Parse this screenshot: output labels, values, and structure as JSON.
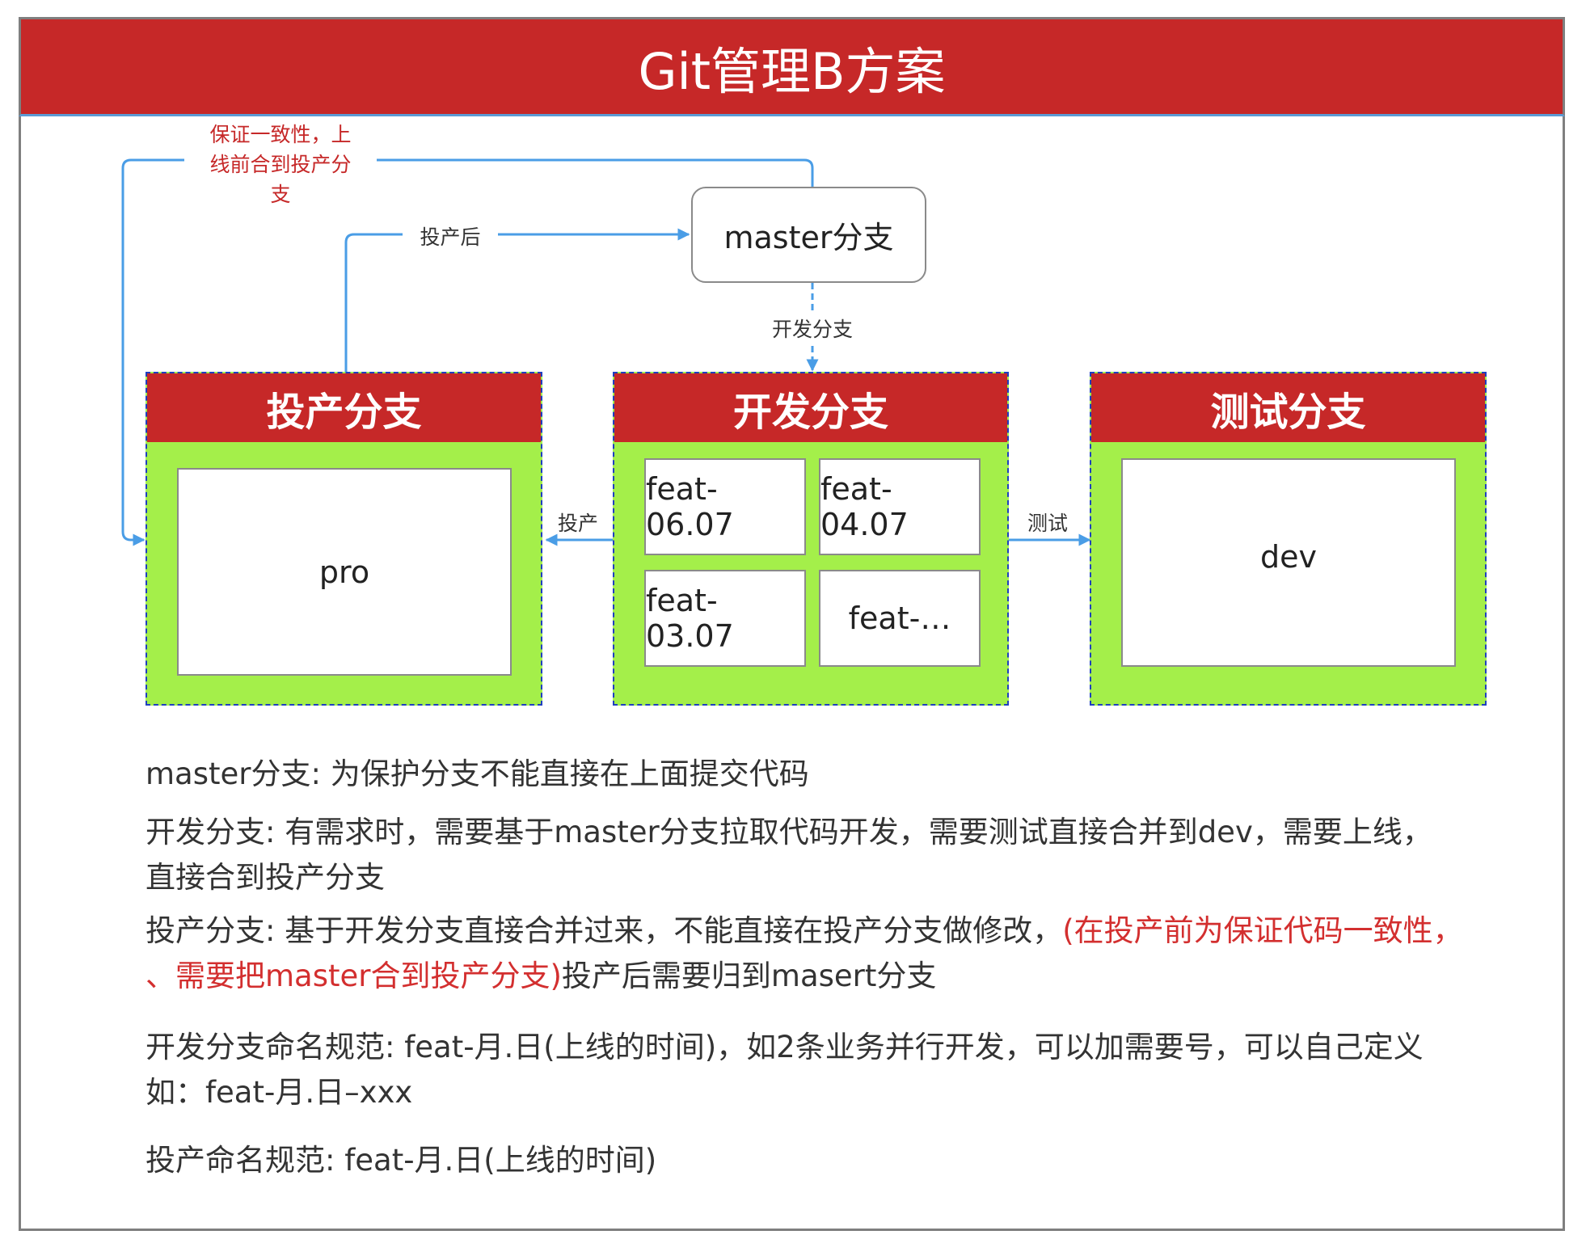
{
  "title": "Git管理B方案",
  "master_box": {
    "label": "master分支"
  },
  "groups": {
    "production": {
      "header": "投产分支",
      "branch": "pro"
    },
    "development": {
      "header": "开发分支",
      "features": [
        "feat-06.07",
        "feat-04.07",
        "feat-03.07",
        "feat-…"
      ]
    },
    "testing": {
      "header": "测试分支",
      "branch": "dev"
    }
  },
  "edge_labels": {
    "merge_before_release": [
      "保证一致性，上",
      "线前合到投产分",
      "支"
    ],
    "after_release": "投产后",
    "create_branch": "开发分支",
    "release": "投产",
    "test": "测试"
  },
  "notes": {
    "master": "master分支: 为保护分支不能直接在上面提交代码",
    "dev_line1": "开发分支: 有需求时，需要基于master分支拉取代码开发，需要测试直接合并到dev，需要上线，",
    "dev_line2": "直接合到投产分支",
    "prod_line1": "投产分支: 基于开发分支直接合并过来，不能直接在投产分支做修改，",
    "prod_line1_red": "(在投产前为保证代码一致性，",
    "prod_line2_red": "、需要把master合到投产分支)",
    "prod_line2": "投产后需要归到masert分支",
    "naming_line1": "开发分支命名规范: feat-月.日(上线的时间)，如2条业务并行开发，可以加需要号，可以自己定义",
    "naming_line2": "如：feat-月.日–xxx",
    "prod_naming": "投产命名规范: feat-月.日(上线的时间)"
  },
  "colors": {
    "header_red": "#c62828",
    "group_green": "#a4ef4a",
    "arrow_blue": "#4a9de6",
    "note_red": "#d32f2f"
  }
}
